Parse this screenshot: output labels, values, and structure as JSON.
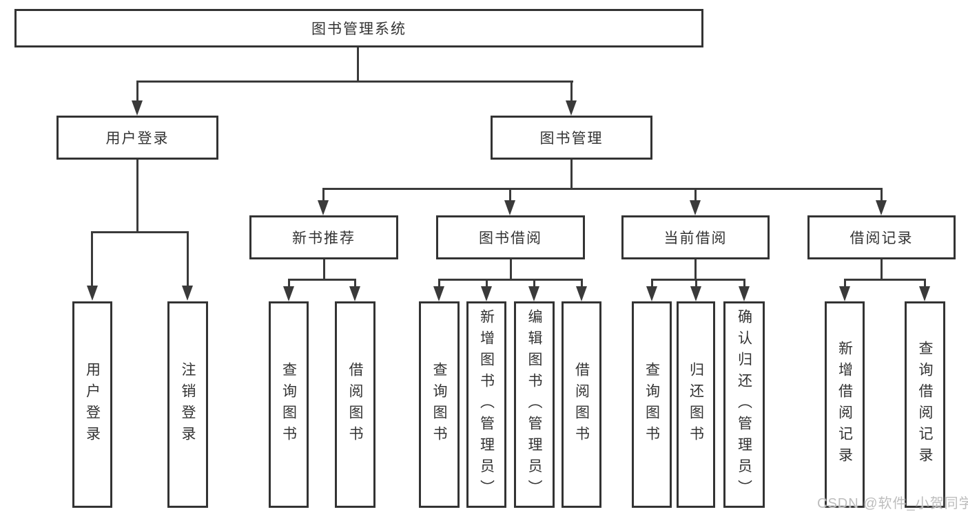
{
  "diagram": {
    "root": {
      "label": "图书管理系统"
    },
    "level2": [
      {
        "label": "用户登录",
        "children": [
          "用户登录",
          "注销登录"
        ]
      },
      {
        "label": "图书管理"
      }
    ],
    "level3": [
      {
        "label": "新书推荐",
        "children": [
          "查询图书",
          "借阅图书"
        ]
      },
      {
        "label": "图书借阅",
        "children": [
          "查询图书",
          "新增图书（管理员）",
          "编辑图书（管理员）",
          "借阅图书"
        ]
      },
      {
        "label": "当前借阅",
        "children": [
          "查询图书",
          "归还图书",
          "确认归还（管理员）"
        ]
      },
      {
        "label": "借阅记录",
        "children": [
          "新增借阅记录",
          "查询借阅记录"
        ]
      }
    ]
  },
  "watermark": "CSDN @软件_小贺同学",
  "colors": {
    "line": "#3a3a3a",
    "box_border": "#333333",
    "text": "#333333",
    "watermark": "#bdbdbd",
    "background": "#ffffff"
  }
}
